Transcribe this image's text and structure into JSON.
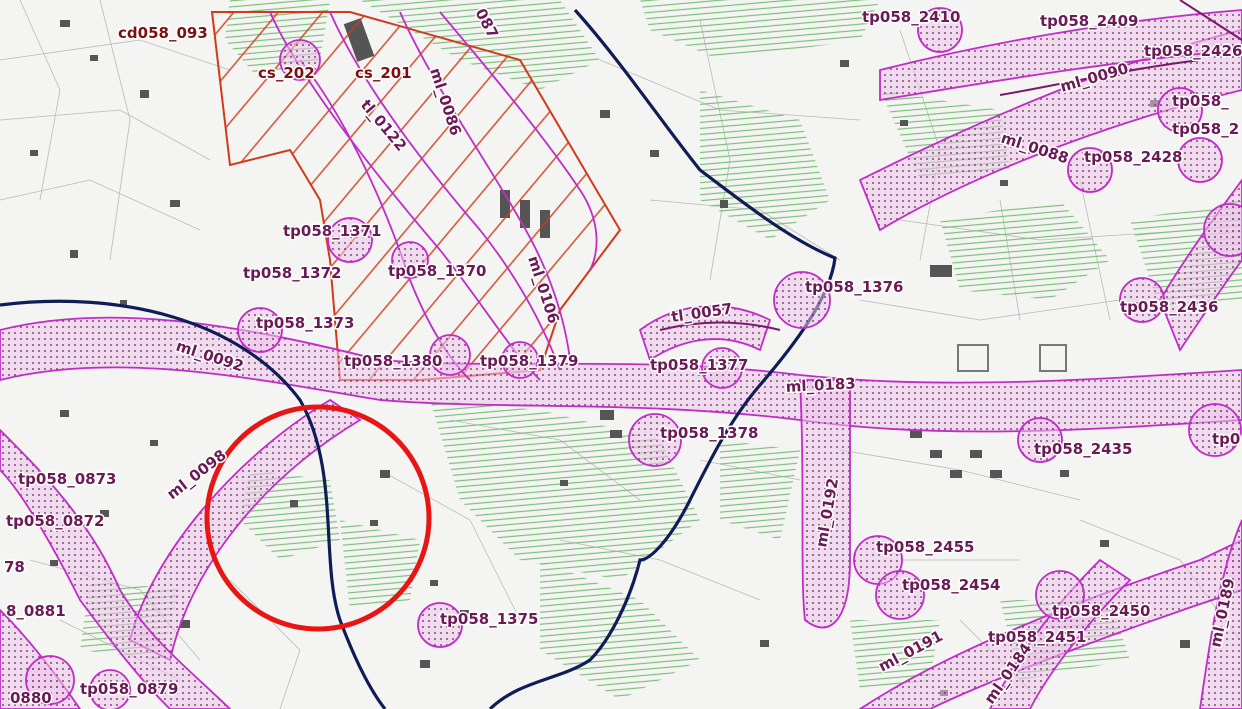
{
  "map": {
    "colors": {
      "background": "#f4f4f2",
      "buffer_line": "#c02cc8",
      "buffer_fill": "#d890d8",
      "label": "#6a1a55",
      "red_label": "#7a1010",
      "red_zone": "#d23a1a",
      "boundary": "#101c55",
      "green_hatch": "#7cc07a",
      "highlight_circle": "#e81515",
      "building": "#555555"
    },
    "labels": [
      "cd058_093",
      "cs_202",
      "cs_201",
      "tl_0122",
      "ml_0086",
      "087",
      "tp058_1371",
      "tp058_1372",
      "tp058_1370",
      "ml_0106",
      "tp058_1373",
      "ml_0092",
      "tp058_1380",
      "tp058_1379",
      "tl_0057",
      "tp058_1377",
      "tp058_1376",
      "ml_0183",
      "tp058_1378",
      "tp058_0873",
      "tp058_0872",
      "ml_0098",
      "8_0881",
      "78",
      "tp058_1375",
      "0880",
      "tp058_0879",
      "ml_0192",
      "tp058_2455",
      "tp058_2454",
      "ml_0191",
      "tp058_2451",
      "tp058_2450",
      "ml_0184",
      "ml_0189",
      "tp058_2435",
      "tp058_2436",
      "tp058_2428",
      "ml_0088",
      "tp058_2410",
      "tp058_2409",
      "ml_0090",
      "tp058_2426",
      "tp058_",
      "tp058_2",
      "tp0"
    ]
  }
}
